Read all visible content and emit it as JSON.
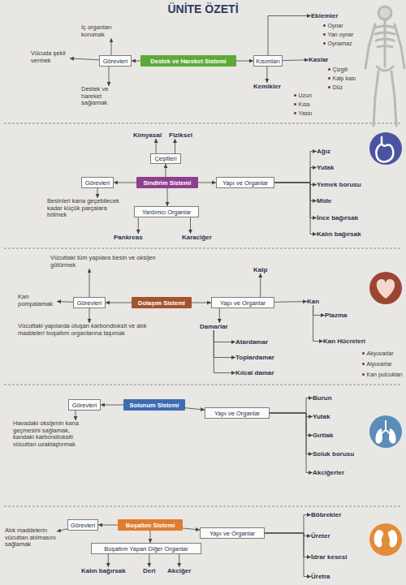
{
  "diagram": {
    "title": "ÜNİTE ÖZETİ",
    "nodes": [
      {
        "text": [
          "Destek ve Hareket Sistemi"
        ]
      },
      {
        "text": [
          "Görevleri"
        ]
      },
      {
        "text": [
          "Kısımları"
        ]
      },
      {
        "text": [
          "İç organları korumak"
        ]
      },
      {
        "text": [
          "Vücuda şekil vermek"
        ]
      },
      {
        "text": [
          "Destek ve hareket sağlamak"
        ]
      },
      {
        "text": [
          "Eklemler"
        ]
      },
      {
        "text": [
          "Kaslar"
        ]
      },
      {
        "text": [
          "Kemikler"
        ]
      },
      {
        "text": [
          "Sindirim Sistemi"
        ]
      },
      {
        "text": [
          "Görevleri"
        ]
      },
      {
        "text": [
          "Yapı ve Organlar"
        ]
      },
      {
        "text": [
          "Çeşitleri"
        ]
      },
      {
        "text": [
          "Kimyasal"
        ]
      },
      {
        "text": [
          "Fiziksel"
        ]
      },
      {
        "text": [
          "Yardımcı Organlar"
        ]
      },
      {
        "text": [
          "Pankreas"
        ]
      },
      {
        "text": [
          "Karaciğer"
        ]
      },
      {
        "text": [
          "Besinleri kana geçebilecek kadar küçük parçalara bölmek"
        ]
      },
      {
        "text": [
          "Ağız"
        ]
      },
      {
        "text": [
          "Yutak"
        ]
      },
      {
        "text": [
          "Yemek borusu"
        ]
      },
      {
        "text": [
          "Mide"
        ]
      },
      {
        "text": [
          "İnce bağırsak"
        ]
      },
      {
        "text": [
          "Kalın bağırsak"
        ]
      },
      {
        "text": [
          "Dolaşım Sistemi"
        ]
      },
      {
        "text": [
          "Görevleri"
        ]
      },
      {
        "text": [
          "Yapı ve Organlar"
        ]
      },
      {
        "text": [
          "Vücuttaki tüm yapılara besin ve oksijen götürmek"
        ]
      },
      {
        "text": [
          "Kan pompalamak"
        ]
      },
      {
        "text": [
          "Vücuttaki yapılarda oluşan karbondioksit ve atık maddeleri boşaltım organlarına taşımak"
        ]
      },
      {
        "text": [
          "Kalp"
        ]
      },
      {
        "text": [
          "Kan"
        ]
      },
      {
        "text": [
          "Damarlar"
        ]
      },
      {
        "text": [
          "Plazma"
        ]
      },
      {
        "text": [
          "Kan Hücreleri"
        ]
      },
      {
        "text": [
          "Atardamar"
        ]
      },
      {
        "text": [
          "Toplardamar"
        ]
      },
      {
        "text": [
          "Kılcal damar"
        ]
      },
      {
        "text": [
          "Solunum Sistemi"
        ]
      },
      {
        "text": [
          "Görevleri"
        ]
      },
      {
        "text": [
          "Yapı ve Organlar"
        ]
      },
      {
        "text": [
          "Havadaki oksijenin kana geçmesini sağlamak, kandaki karbondioksiti vücuttan uzaklaştırmak"
        ]
      },
      {
        "text": [
          "Burun"
        ]
      },
      {
        "text": [
          "Yutak"
        ]
      },
      {
        "text": [
          "Gırtlak"
        ]
      },
      {
        "text": [
          "Soluk borusu"
        ]
      },
      {
        "text": [
          "Akciğerler"
        ]
      },
      {
        "text": [
          "Boşaltım Sistemi"
        ]
      },
      {
        "text": [
          "Görevleri"
        ]
      },
      {
        "text": [
          "Yapı ve Organlar"
        ]
      },
      {
        "text": [
          "Boşaltım Yapan Diğer Organlar"
        ]
      },
      {
        "text": [
          "Atık maddelerin vücuttan atılmasını sağlamak"
        ]
      },
      {
        "text": [
          "Kalın bağırsak"
        ]
      },
      {
        "text": [
          "Deri"
        ]
      },
      {
        "text": [
          "Akciğer"
        ]
      },
      {
        "text": [
          "Böbrekler"
        ]
      },
      {
        "text": [
          "Üreter"
        ]
      },
      {
        "text": [
          "İdrar kesesi"
        ]
      },
      {
        "text": [
          "Üretra"
        ]
      }
    ],
    "edges": [
      {
        "from": 0,
        "to": 1,
        "arrow": "to"
      },
      {
        "from": 0,
        "to": 2,
        "arrow": "to"
      },
      {
        "from": 1,
        "to": 3,
        "arrow": "to"
      },
      {
        "from": 1,
        "to": 4,
        "arrow": "to"
      },
      {
        "from": 1,
        "to": 5,
        "arrow": "to"
      },
      {
        "from": 2,
        "to": 6,
        "arrow": "to"
      },
      {
        "from": 2,
        "to": 7,
        "arrow": "to"
      },
      {
        "from": 2,
        "to": 8,
        "arrow": "to"
      },
      {
        "from": 9,
        "to": 10,
        "arrow": "to"
      },
      {
        "from": 9,
        "to": 11,
        "arrow": "to"
      },
      {
        "from": 9,
        "to": 12,
        "arrow": "to"
      },
      {
        "from": 12,
        "to": 13,
        "arrow": "to"
      },
      {
        "from": 12,
        "to": 14,
        "arrow": "to"
      },
      {
        "from": 9,
        "to": 15,
        "arrow": "to"
      },
      {
        "from": 15,
        "to": 16,
        "arrow": "to"
      },
      {
        "from": 15,
        "to": 17,
        "arrow": "to"
      },
      {
        "from": 10,
        "to": 18,
        "arrow": "to"
      },
      {
        "from": 11,
        "to": 19,
        "arrow": "to"
      },
      {
        "from": 11,
        "to": 20,
        "arrow": "to"
      },
      {
        "from": 11,
        "to": 21,
        "arrow": "to"
      },
      {
        "from": 11,
        "to": 22,
        "arrow": "to"
      },
      {
        "from": 11,
        "to": 23,
        "arrow": "to"
      },
      {
        "from": 11,
        "to": 24,
        "arrow": "to"
      },
      {
        "from": 25,
        "to": 26,
        "arrow": "to"
      },
      {
        "from": 25,
        "to": 27,
        "arrow": "to"
      },
      {
        "from": 26,
        "to": 28,
        "arrow": "to"
      },
      {
        "from": 26,
        "to": 29,
        "arrow": "to"
      },
      {
        "from": 26,
        "to": 30,
        "arrow": "to"
      },
      {
        "from": 27,
        "to": 31,
        "arrow": "to"
      },
      {
        "from": 27,
        "to": 32,
        "arrow": "to"
      },
      {
        "from": 27,
        "to": 33,
        "arrow": "to"
      },
      {
        "from": 32,
        "to": 34,
        "arrow": "to"
      },
      {
        "from": 32,
        "to": 35,
        "arrow": "to"
      },
      {
        "from": 33,
        "to": 36,
        "arrow": "to"
      },
      {
        "from": 33,
        "to": 37,
        "arrow": "to"
      },
      {
        "from": 33,
        "to": 38,
        "arrow": "to"
      },
      {
        "from": 39,
        "to": 40,
        "arrow": "to"
      },
      {
        "from": 39,
        "to": 41,
        "arrow": "to"
      },
      {
        "from": 40,
        "to": 42,
        "arrow": "to"
      },
      {
        "from": 41,
        "to": 43,
        "arrow": "to"
      },
      {
        "from": 41,
        "to": 44,
        "arrow": "to"
      },
      {
        "from": 41,
        "to": 45,
        "arrow": "to"
      },
      {
        "from": 41,
        "to": 46,
        "arrow": "to"
      },
      {
        "from": 41,
        "to": 47,
        "arrow": "to"
      },
      {
        "from": 48,
        "to": 49,
        "arrow": "to"
      },
      {
        "from": 48,
        "to": 50,
        "arrow": "to"
      },
      {
        "from": 48,
        "to": 51,
        "arrow": "to"
      },
      {
        "from": 49,
        "to": 52,
        "arrow": "to"
      },
      {
        "from": 51,
        "to": 53,
        "arrow": "to"
      },
      {
        "from": 51,
        "to": 54,
        "arrow": "to"
      },
      {
        "from": 51,
        "to": 55,
        "arrow": "to"
      },
      {
        "from": 50,
        "to": 56,
        "arrow": "to"
      },
      {
        "from": 50,
        "to": 57,
        "arrow": "to"
      },
      {
        "from": 50,
        "to": 58,
        "arrow": "to"
      },
      {
        "from": 50,
        "to": 59,
        "arrow": "to"
      }
    ],
    "labels": [
      "Oynar",
      "Yarı oynar",
      "Oynamaz",
      "Çizgili",
      "Kalp kası",
      "Düz",
      "Uzun",
      "Kısa",
      "Yassı",
      "Akyuvarlar",
      "Alyuvarlar",
      "Kan pulcukları"
    ]
  }
}
